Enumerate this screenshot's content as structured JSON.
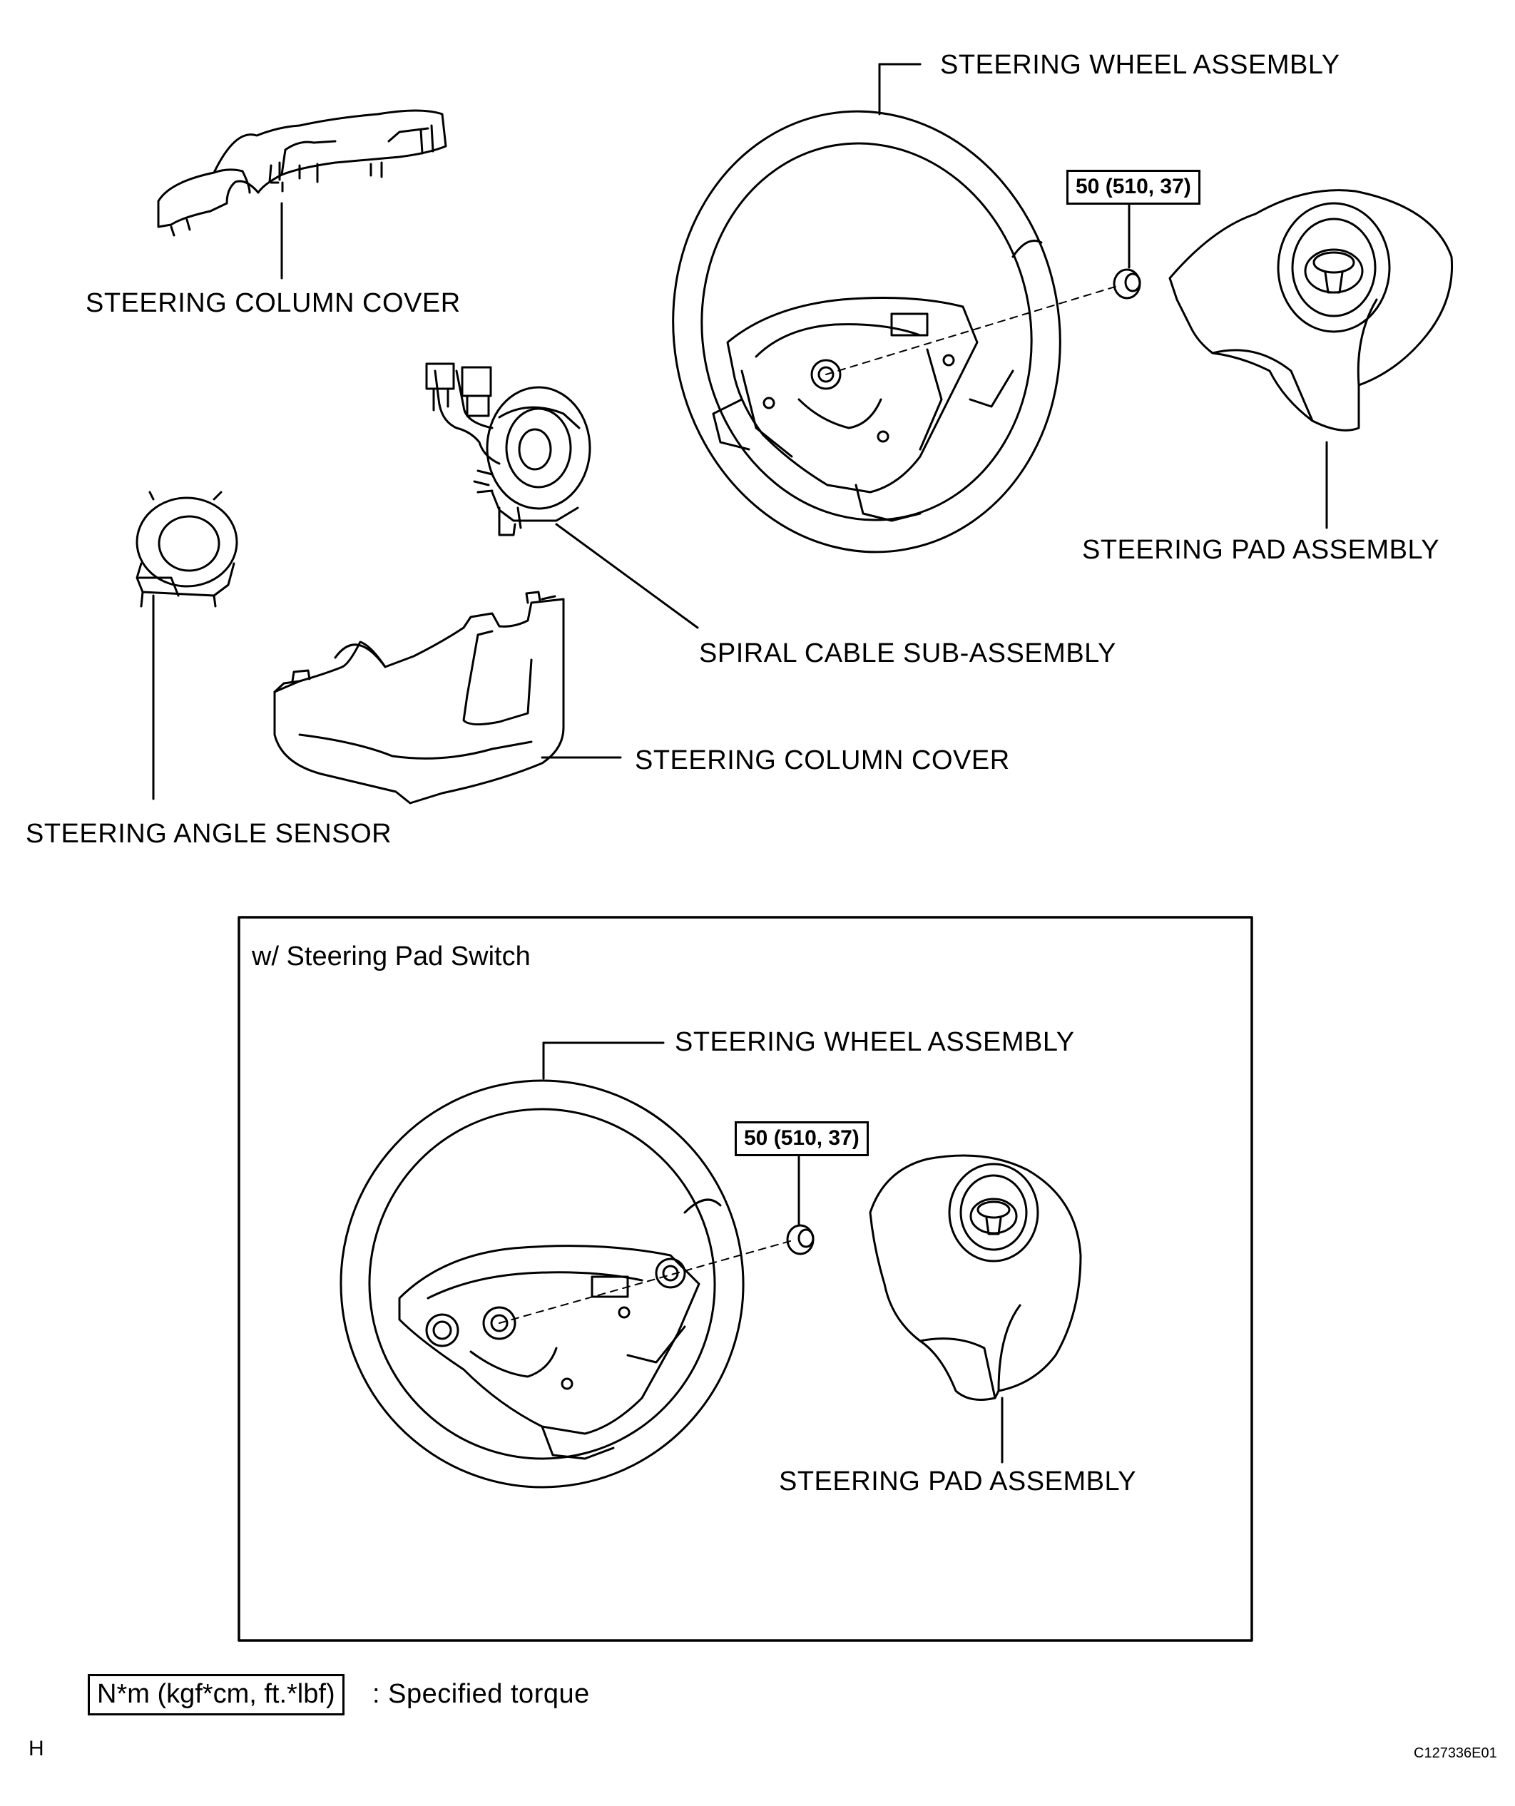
{
  "labels": {
    "steering_wheel_assembly_top": "STEERING WHEEL ASSEMBLY",
    "steering_column_cover_upper": "STEERING COLUMN COVER",
    "steering_pad_assembly_top": "STEERING PAD ASSEMBLY",
    "spiral_cable": "SPIRAL CABLE SUB-ASSEMBLY",
    "steering_column_cover_lower": "STEERING COLUMN COVER",
    "steering_angle_sensor": "STEERING ANGLE SENSOR",
    "steering_wheel_assembly_inset": "STEERING WHEEL ASSEMBLY",
    "steering_pad_assembly_inset": "STEERING PAD ASSEMBLY"
  },
  "torque": {
    "top": "50 (510, 37)",
    "inset": "50 (510, 37)"
  },
  "inset": {
    "title": "w/ Steering Pad Switch"
  },
  "legend": {
    "unit_box": "N*m (kgf*cm, ft.*lbf)",
    "description": ": Specified torque"
  },
  "footer": {
    "left_mark": "H",
    "figure_code": "C127336E01"
  },
  "colors": {
    "line": "#000000",
    "background": "#ffffff"
  }
}
